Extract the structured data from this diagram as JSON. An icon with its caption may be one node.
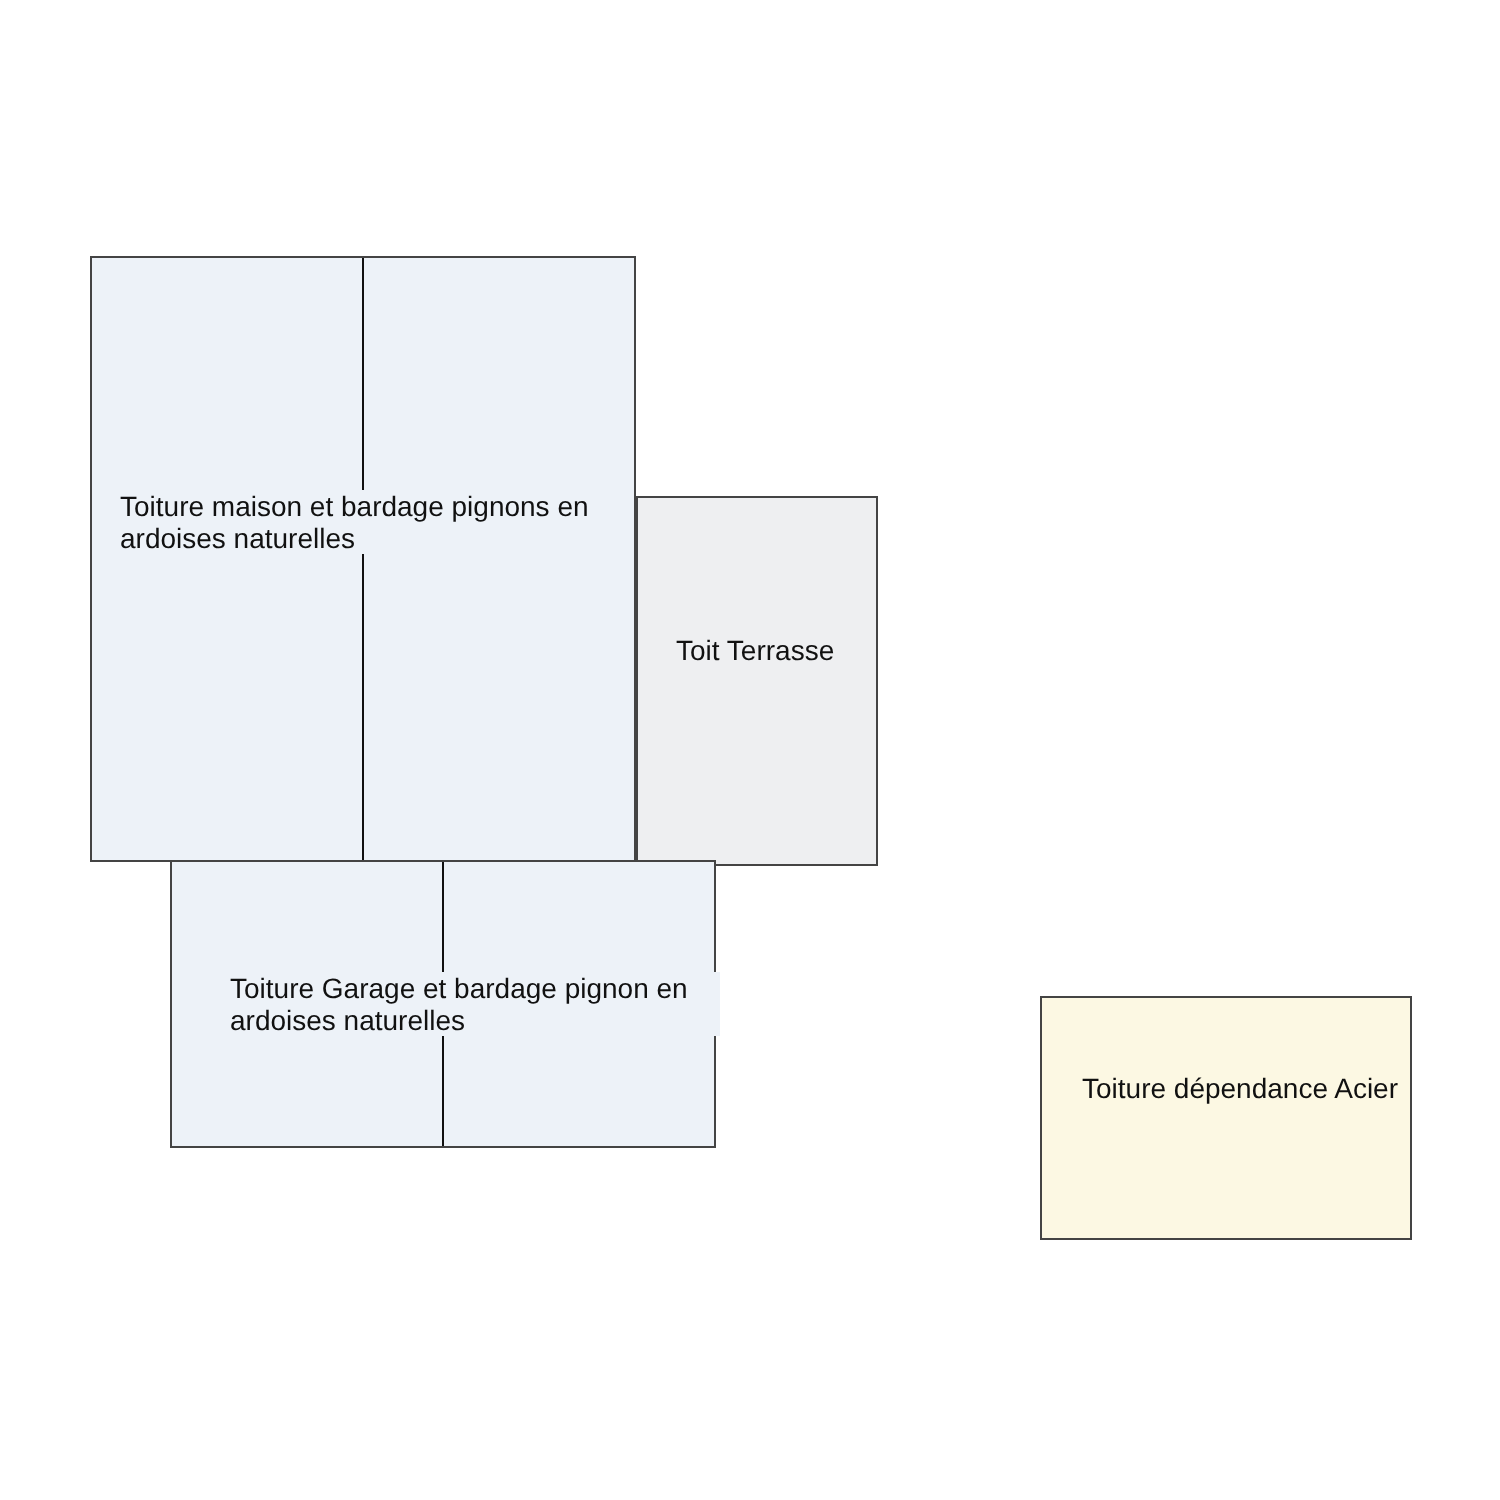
{
  "diagram": {
    "nodes": [
      {
        "text": [
          "Toiture maison et bardage pignons en ardoises naturelles"
        ]
      },
      {
        "text": [
          "Toit Terrasse"
        ]
      },
      {
        "text": [
          "Toiture Garage et bardage pignon en ardoises naturelles"
        ]
      },
      {
        "text": [
          "Toiture dépendance Acier"
        ]
      }
    ]
  }
}
